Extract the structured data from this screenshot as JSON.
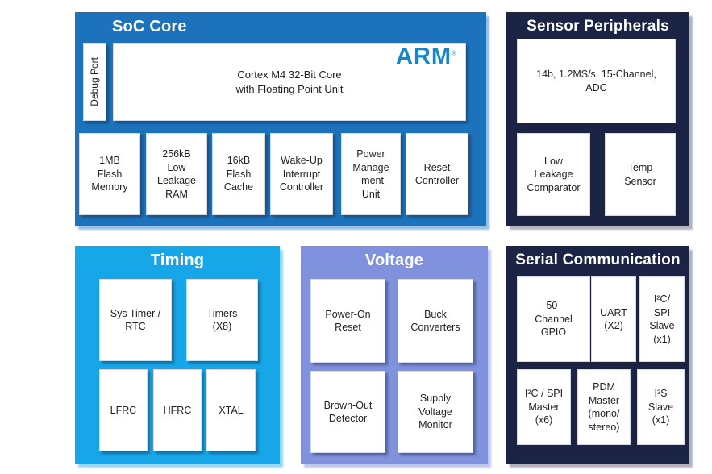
{
  "colors": {
    "page_background": "#ffffff",
    "soc_core_blue": "#1c73bc",
    "timing_cyan": "#17a7e9",
    "voltage_periwinkle": "#8092de",
    "dark_navy": "#1c2445",
    "arm_logo_blue": "#1486c9",
    "box_white": "#ffffff",
    "title_text": "#ffffff",
    "box_text": "#1f1f1f"
  },
  "blocks": {
    "soc_core": {
      "title": "SoC Core",
      "debug_port": "Debug Port",
      "arm_logo": "ARM",
      "arm_trademark": "®",
      "cortex": "Cortex M4 32-Bit Core\nwith Floating Point Unit",
      "modules": [
        "1MB\nFlash\nMemory",
        "256kB\nLow\nLeakage\nRAM",
        "16kB\nFlash\nCache",
        "Wake-Up\nInterrupt\nController",
        "Power\nManage\n-ment\nUnit",
        "Reset\nController"
      ]
    },
    "sensor_peripherals": {
      "title": "Sensor Peripherals",
      "adc": "14b, 1.2MS/s, 15-Channel,\nADC",
      "modules": [
        "Low\nLeakage\nComparator",
        "Temp\nSensor"
      ]
    },
    "timing": {
      "title": "Timing",
      "modules": [
        "Sys Timer /\nRTC",
        "Timers\n(X8)",
        "LFRC",
        "HFRC",
        "XTAL"
      ]
    },
    "voltage": {
      "title": "Voltage",
      "modules": [
        "Power-On\nReset",
        "Buck\nConverters",
        "Brown-Out\nDetector",
        "Supply\nVoltage\nMonitor"
      ]
    },
    "serial_communication": {
      "title": "Serial Communication",
      "modules": [
        "50-\nChannel\nGPIO",
        "UART\n(X2)",
        "I²C/\nSPI\nSlave\n(x1)",
        "I²C / SPI\nMaster\n(x6)",
        "PDM\nMaster\n(mono/\nstereo)",
        "I²S\nSlave\n(x1)"
      ]
    }
  }
}
